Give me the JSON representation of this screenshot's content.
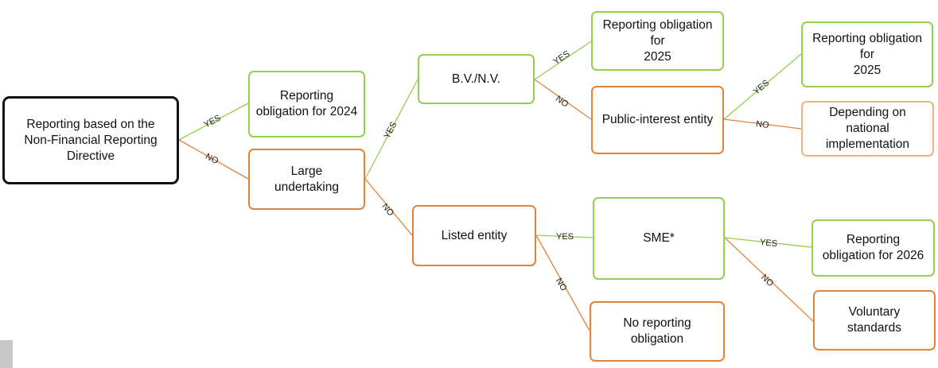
{
  "nodes": {
    "root": "Reporting based on the\nNon-Financial Reporting\nDirective",
    "obligation_2024": "Reporting\nobligation for 2024",
    "large_undertaking": "Large\nundertaking",
    "bv_nv": "B.V./N.V.",
    "obligation_2025_a": "Reporting obligation\nfor\n2025",
    "public_interest": "Public-interest entity",
    "obligation_2025_b": "Reporting obligation\nfor\n2025",
    "national_impl": "Depending on\nnational\nimplementation",
    "listed_entity": "Listed entity",
    "sme": "SME*",
    "obligation_2026": "Reporting\nobligation for 2026",
    "voluntary": "Voluntary\nstandards",
    "no_obligation": "No reporting\nobligation"
  },
  "labels": {
    "yes": "YES",
    "no": "NO"
  },
  "colors": {
    "yes_line": "#92d050",
    "no_line": "#e0843c",
    "root_border": "#111111"
  }
}
